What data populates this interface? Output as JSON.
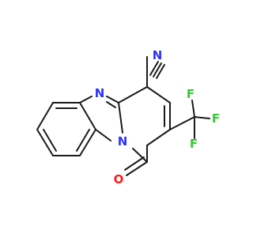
{
  "molecule": {
    "atoms": {
      "nitrile_n": {
        "symbol": "N",
        "color": "#2b32ff"
      },
      "ring_n": {
        "symbol": "N",
        "color": "#2b32ff"
      },
      "bridge_n": {
        "symbol": "N",
        "color": "#2b32ff"
      },
      "carbonyl_o": {
        "symbol": "O",
        "color": "#ff1a1a"
      },
      "fluorine_1": {
        "symbol": "F",
        "color": "#33cc33"
      },
      "fluorine_2": {
        "symbol": "F",
        "color": "#33cc33"
      },
      "fluorine_3": {
        "symbol": "F",
        "color": "#33cc33"
      }
    },
    "bond_color": "#1a1a1a"
  }
}
